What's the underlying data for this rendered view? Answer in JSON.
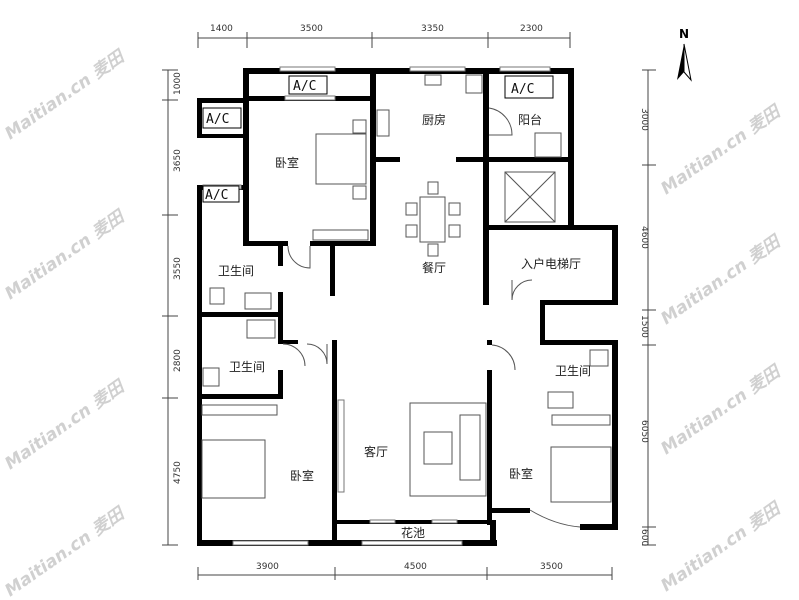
{
  "compass": {
    "label": "N"
  },
  "dimensions": {
    "top": [
      "1400",
      "3500",
      "3350",
      "2300"
    ],
    "left": [
      "1000",
      "3650",
      "3550",
      "2800",
      "4750"
    ],
    "right": [
      "3000",
      "4600",
      "1500",
      "6050",
      "600"
    ],
    "bottom": [
      "3900",
      "4500",
      "3500"
    ]
  },
  "rooms": {
    "bedroom_top": "卧室",
    "kitchen": "厨房",
    "balcony": "阳台",
    "dining": "餐厅",
    "elevator_hall": "入户电梯厅",
    "bathroom_1": "卫生间",
    "bathroom_2": "卫生间",
    "bathroom_3": "卫生间",
    "living": "客厅",
    "bedroom_left": "卧室",
    "bedroom_right": "卧室",
    "planter": "花池"
  },
  "ac_units": [
    "A/C",
    "A/C",
    "A/C",
    "A/C"
  ],
  "watermark": "Maitian.cn 麦田"
}
